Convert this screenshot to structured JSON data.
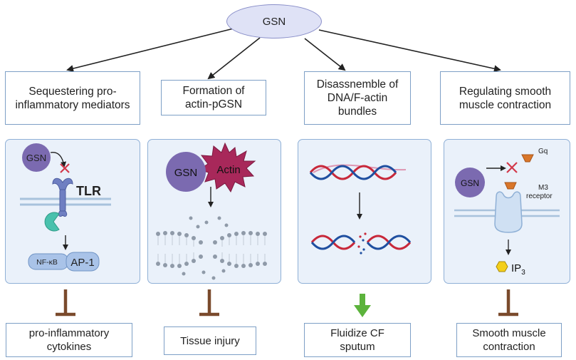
{
  "root": "GSN",
  "headings": [
    "Sequestering pro-inflammatory mediators",
    "Formation of actin-pGSN",
    "Disassnemble of DNA/F-actin bundles",
    "Regulating smooth muscle contraction"
  ],
  "outcomes": [
    "pro-inflammatory cytokines",
    "Tissue injury",
    "Fluidize CF sputum",
    "Smooth muscle contraction"
  ],
  "panel1": {
    "gsn": "GSN",
    "tlr": "TLR",
    "nfkb": "NF-κB",
    "ap1": "AP-1"
  },
  "panel2": {
    "gsn": "GSN",
    "actin": "Actin"
  },
  "panel4": {
    "gsn": "GSN",
    "gq": "Gq",
    "m3": "M3",
    "receptor": "receptor",
    "ip": "IP",
    "ip_sub": "3"
  },
  "colors": {
    "inhibit": "#7a4a2c",
    "promote": "#5cb33c",
    "gsn_circle": "#7b6ab0",
    "actin": "#a8285a",
    "panel": "#eaf1fa",
    "border": "#8fb0d6"
  }
}
